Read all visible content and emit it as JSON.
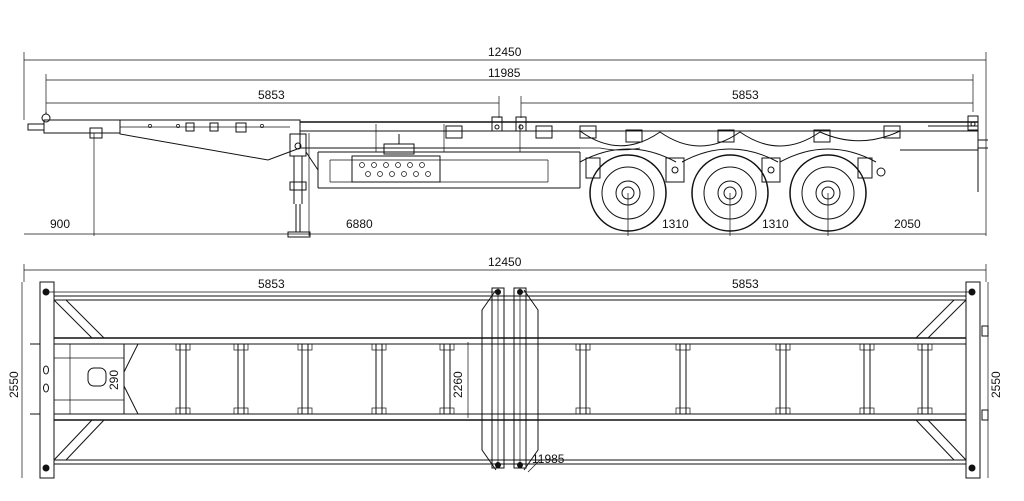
{
  "side_view": {
    "overall_length": "12450",
    "frame_length": "11985",
    "left_half": "5853",
    "right_half": "5853",
    "kingpin_offset": "900",
    "kingpin_to_axle": "6880",
    "axle_spacing_1": "1310",
    "axle_spacing_2": "1310",
    "rear_overhang": "2050"
  },
  "top_view": {
    "overall_length": "12450",
    "left_half": "5853",
    "right_half": "5853",
    "width_left": "2550",
    "width_right": "2550",
    "beam_width": "2260",
    "frame_length": "11985",
    "kingpin_plate": "290"
  }
}
